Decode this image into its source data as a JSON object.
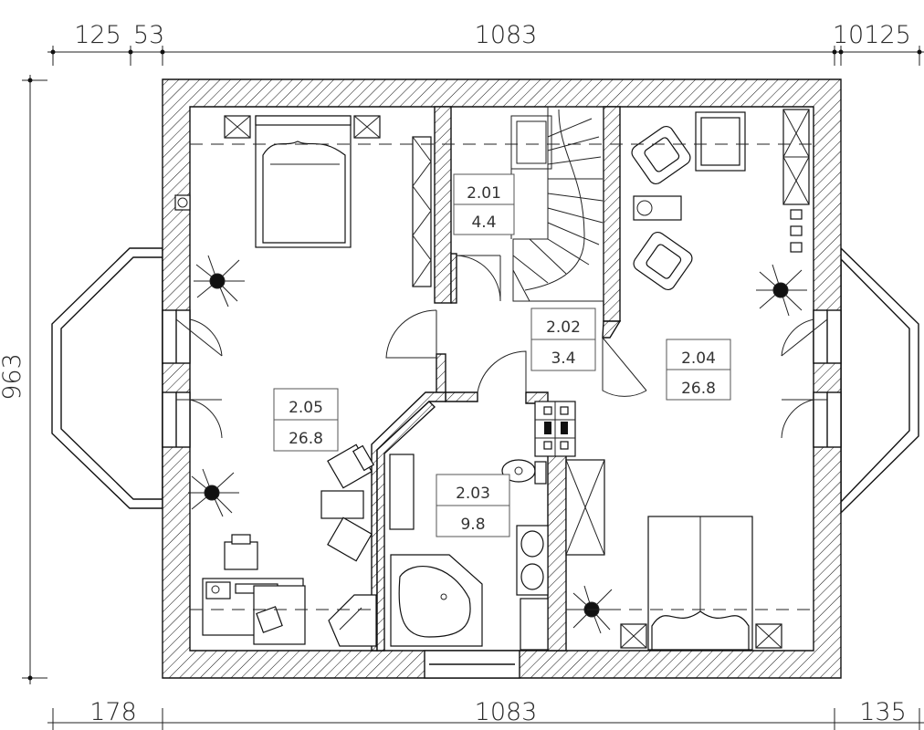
{
  "dimensions": {
    "top": [
      "125",
      "53",
      "1083",
      "10",
      "125"
    ],
    "bottom": [
      "178",
      "1083",
      "135"
    ],
    "left": "963"
  },
  "rooms": [
    {
      "id": "2.01",
      "area": "4.4"
    },
    {
      "id": "2.02",
      "area": "3.4"
    },
    {
      "id": "2.03",
      "area": "9.8"
    },
    {
      "id": "2.04",
      "area": "26.8"
    },
    {
      "id": "2.05",
      "area": "26.8"
    }
  ],
  "colors": {
    "line": "#111111",
    "background": "#ffffff"
  }
}
